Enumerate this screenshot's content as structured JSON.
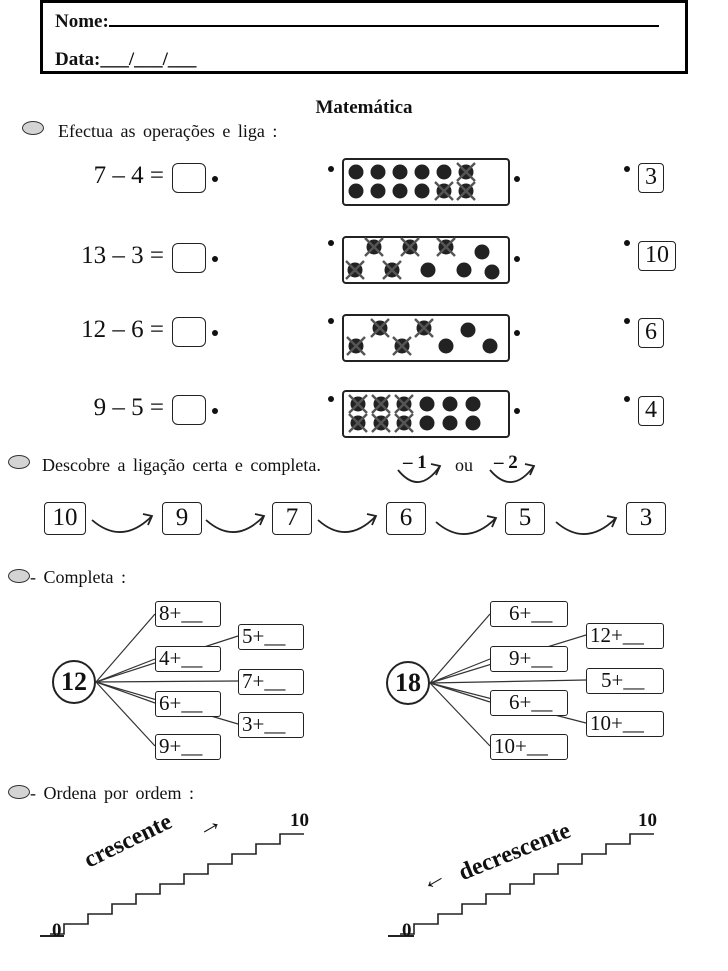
{
  "header": {
    "name_label": "Nome:",
    "date_label": "Data:___/___/___"
  },
  "title": "Matemática",
  "section1": {
    "instruction": "Efectua as operações e liga :",
    "rows": [
      {
        "expr": "7 – 4 =",
        "answer": "3"
      },
      {
        "expr": "13 – 3 =",
        "answer": "10"
      },
      {
        "expr": "12 – 6 =",
        "answer": "6"
      },
      {
        "expr": "9 – 5 =",
        "answer": "4"
      }
    ]
  },
  "section2": {
    "instruction": "Descobre a ligação certa e completa.",
    "option1": "– 1",
    "or_word": "ou",
    "option2": "– 2",
    "sequence": [
      "10",
      "9",
      "7",
      "6",
      "5",
      "3"
    ]
  },
  "section3": {
    "instruction": "- Completa :",
    "left": {
      "center": "12",
      "items": [
        "8+__",
        "5+__",
        "4+__",
        "7+__",
        "6+__",
        "3+__",
        "9+__"
      ]
    },
    "right": {
      "center": "18",
      "items": [
        "6+__",
        "12+__",
        "9+__",
        "5+__",
        "6+__",
        "10+__",
        "10+__"
      ]
    }
  },
  "section4": {
    "instruction": "- Ordena por ordem :",
    "left": {
      "label": "crescente",
      "arrow": "→",
      "start": "0",
      "end": "10"
    },
    "right": {
      "label": "decrescente",
      "arrow": "←",
      "start": "0",
      "end": "10"
    }
  }
}
